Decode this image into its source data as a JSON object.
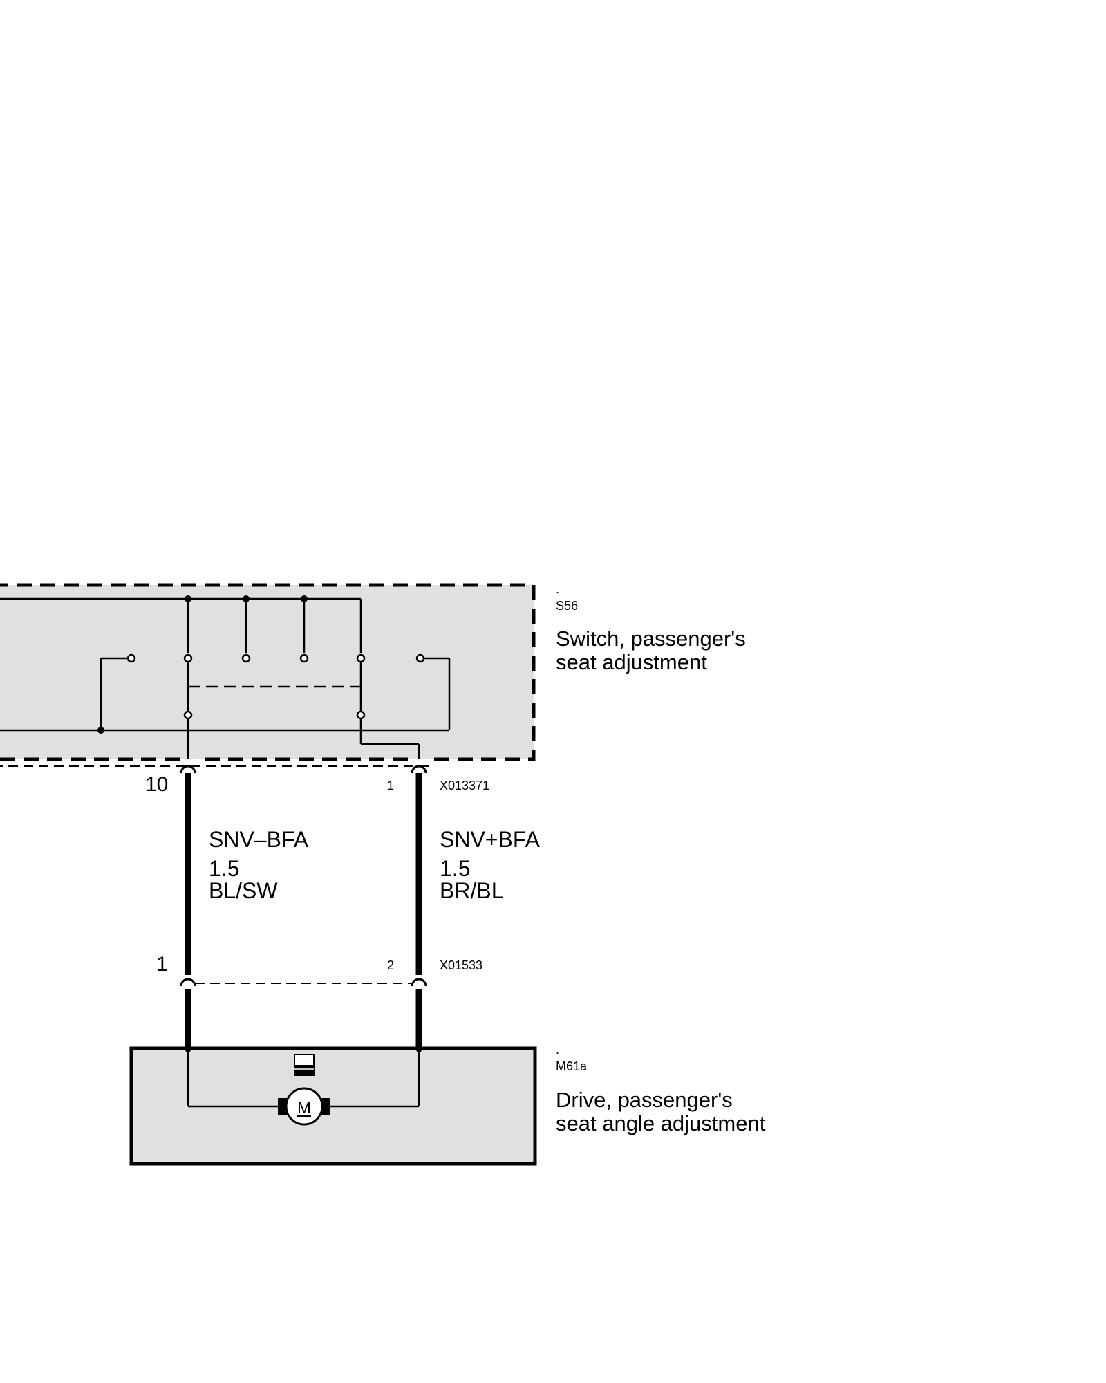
{
  "components": {
    "switch": {
      "dot": ".",
      "code": "S56",
      "title_line1": "Switch, passenger's",
      "title_line2": "seat adjustment"
    },
    "drive": {
      "dot": ".",
      "code": "M61a",
      "title_line1": "Drive, passenger's",
      "title_line2": "seat angle adjustment",
      "motor_label": "M"
    }
  },
  "connectors": {
    "top": {
      "code": "X013371",
      "left_pin": "10",
      "right_pin": "1"
    },
    "bottom": {
      "code": "X01533",
      "left_pin": "1",
      "right_pin": "2"
    }
  },
  "wires": {
    "left": {
      "signal": "SNV–BFA",
      "gauge": "1.5",
      "color": "BL/SW"
    },
    "right": {
      "signal": "SNV+BFA",
      "gauge": "1.5",
      "color": "BR/BL"
    }
  },
  "colors": {
    "component_fill": "#e0e0e0",
    "line": "#000000"
  }
}
